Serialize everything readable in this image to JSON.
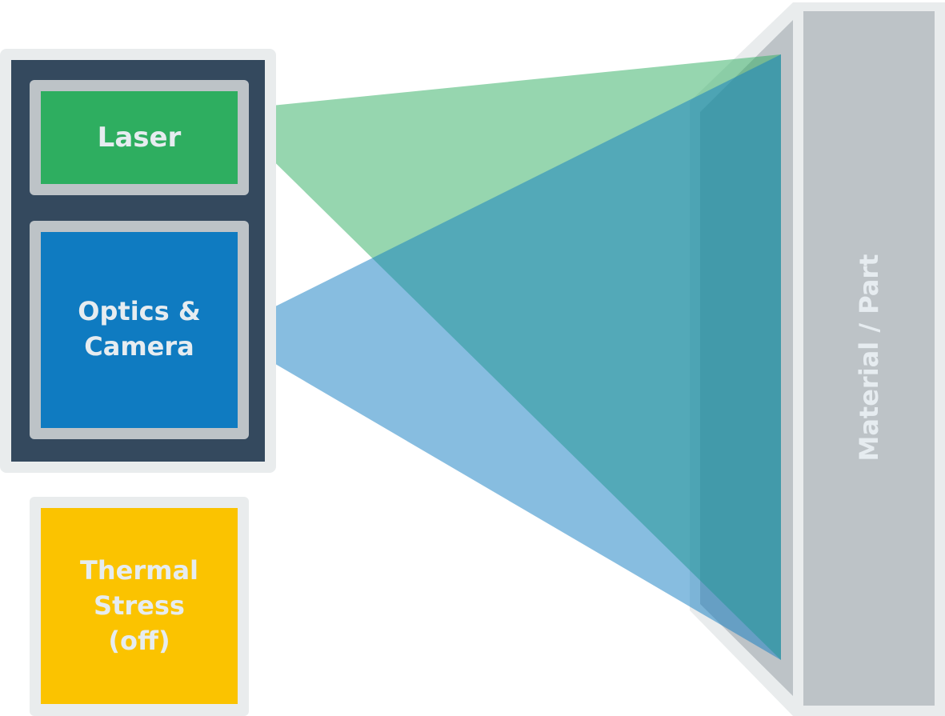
{
  "laser": {
    "label": "Laser"
  },
  "optics": {
    "line1": "Optics &",
    "line2": "Camera"
  },
  "thermal": {
    "line1": "Thermal",
    "line2": "Stress",
    "line3": "(off)"
  },
  "material": {
    "label": "Material / Part"
  },
  "colors": {
    "housing": "#34495e",
    "frame": "#bdc3c7",
    "laser": "#2eae60",
    "optics": "#0f7bc1",
    "thermal": "#fbc300",
    "laser_beam": "#2eae60",
    "optics_beam": "#0f7bc1"
  }
}
